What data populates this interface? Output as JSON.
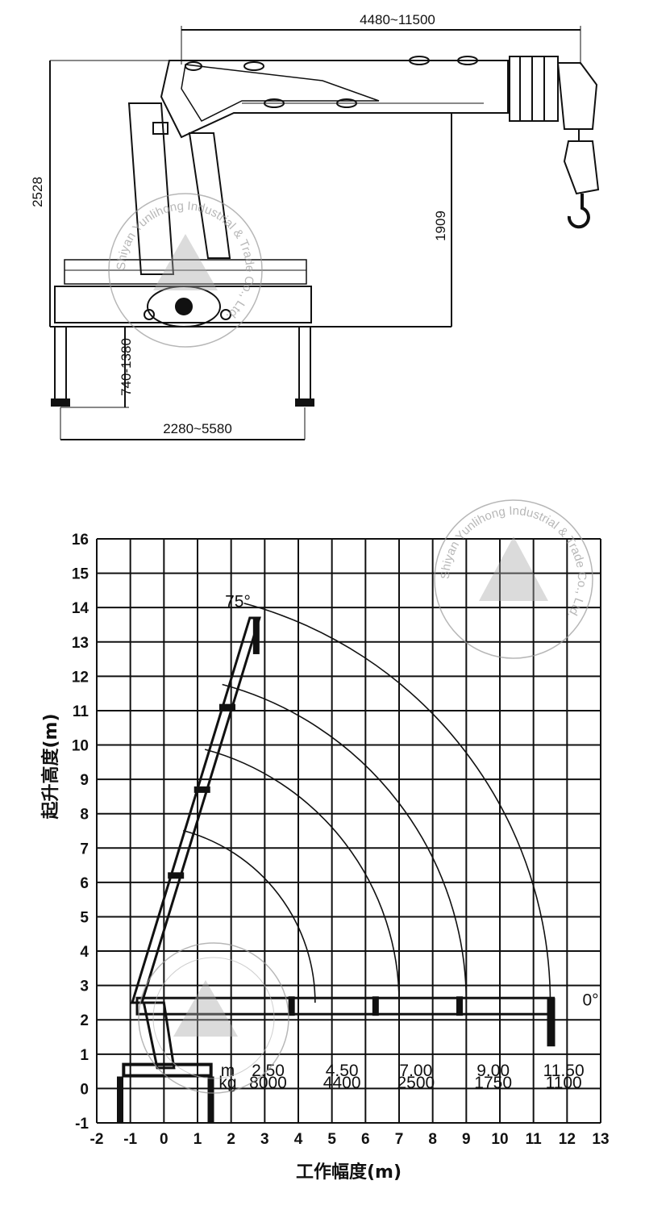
{
  "top_drawing": {
    "dimensions": {
      "reach": "4480~11500",
      "overall_height": "2528",
      "boom_height": "1909",
      "outrigger_stroke": "740-1380",
      "outrigger_span": "2280~5580"
    }
  },
  "watermark": {
    "text": "Shiyan Yunlihong Industrial & Trade Co., Ltd.",
    "color": "#9a9a9a"
  },
  "chart_data": {
    "type": "line",
    "title": "",
    "xlabel": "工作幅度(m)",
    "ylabel": "起升高度(m)",
    "xlim": [
      -2,
      13
    ],
    "ylim": [
      -1,
      16
    ],
    "grid": true,
    "x_ticks": [
      "-2",
      "-1",
      "0",
      "1",
      "2",
      "3",
      "4",
      "5",
      "6",
      "7",
      "8",
      "9",
      "10",
      "11",
      "12",
      "13"
    ],
    "y_ticks": [
      "-1",
      "0",
      "1",
      "2",
      "3",
      "4",
      "5",
      "6",
      "7",
      "8",
      "9",
      "10",
      "11",
      "12",
      "13",
      "14",
      "15",
      "16"
    ],
    "angle_labels": {
      "max": "75°",
      "min": "0°"
    },
    "load_table": {
      "radius_label": "m",
      "load_label": "kg",
      "radius": [
        "2.50",
        "4.50",
        "7.00",
        "9.00",
        "11.50"
      ],
      "load": [
        "8000",
        "4400",
        "2500",
        "1750",
        "1100"
      ]
    },
    "boom_tip_max_height": 13.7,
    "boom_horizontal_height": 2.4,
    "arc_reach": [
      4.5,
      7.0,
      9.0,
      11.5
    ]
  }
}
